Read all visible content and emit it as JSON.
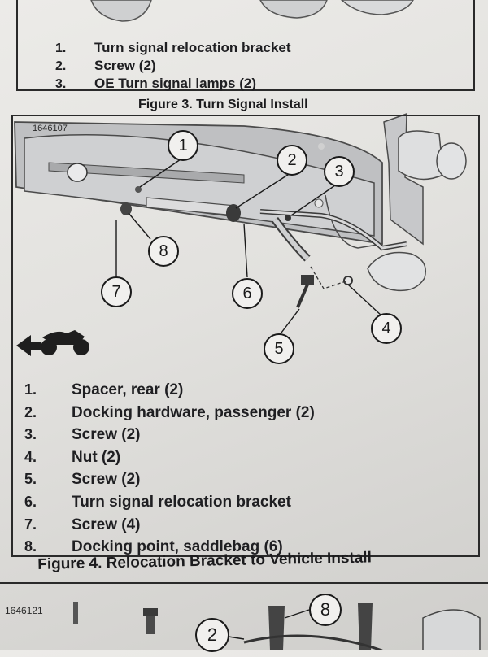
{
  "top_list": {
    "items": [
      {
        "num": "1.",
        "label": "Turn signal relocation bracket"
      },
      {
        "num": "2.",
        "label": "Screw (2)"
      },
      {
        "num": "3.",
        "label": "OE Turn signal lamps (2)"
      }
    ]
  },
  "figure3": {
    "title": "Figure 3. Turn Signal Install",
    "part_number": "1646107",
    "callouts": [
      "1",
      "2",
      "3",
      "4",
      "5",
      "6",
      "7",
      "8"
    ]
  },
  "legend": {
    "items": [
      {
        "num": "1.",
        "label": "Spacer, rear (2)"
      },
      {
        "num": "2.",
        "label": "Docking hardware, passenger (2)"
      },
      {
        "num": "3.",
        "label": "Screw (2)"
      },
      {
        "num": "4.",
        "label": "Nut (2)"
      },
      {
        "num": "5.",
        "label": "Screw (2)"
      },
      {
        "num": "6.",
        "label": "Turn signal relocation bracket"
      },
      {
        "num": "7.",
        "label": "Screw (4)"
      },
      {
        "num": "8.",
        "label": "Docking point, saddlebag (6)"
      }
    ]
  },
  "figure4": {
    "title": "Figure 4. Relocation Bracket to Vehicle Install",
    "part_number": "1646121",
    "callouts": [
      "8",
      "2"
    ]
  },
  "icons": {
    "direction_arrow": "front-direction-arrow-icon",
    "motorcycle": "motorcycle-icon"
  }
}
